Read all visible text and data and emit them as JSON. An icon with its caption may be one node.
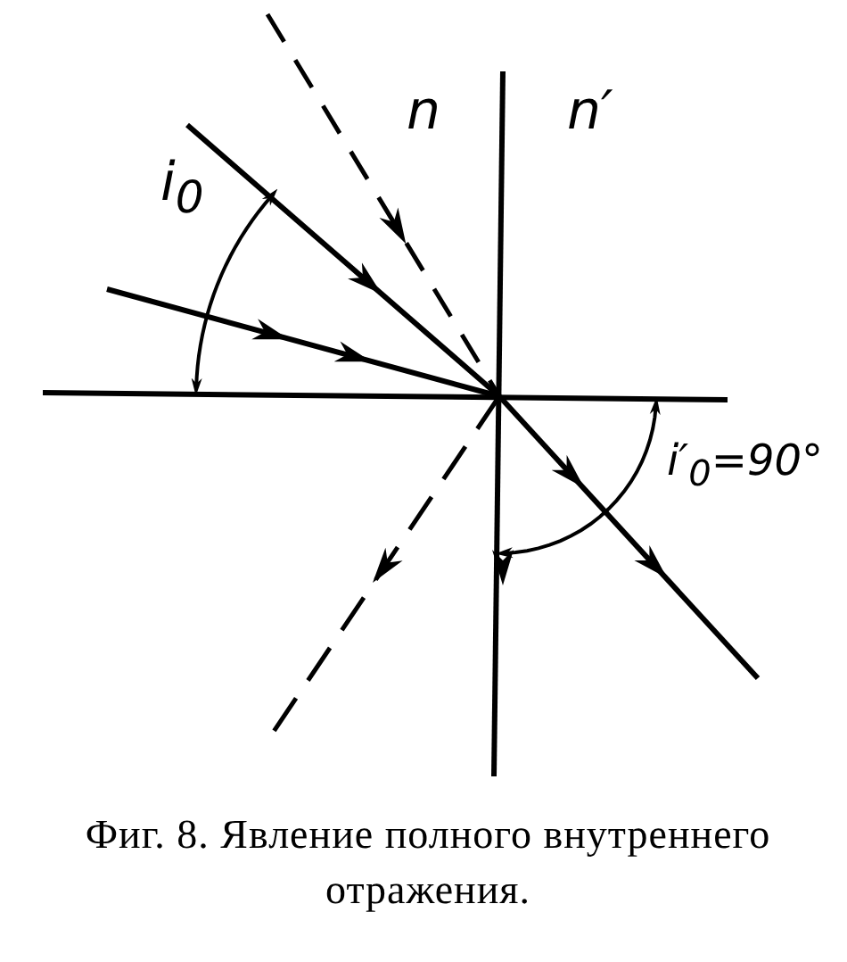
{
  "diagram": {
    "caption": "Фиг. 8. Явление полного внутреннего отражения.",
    "labels": [
      "n",
      "n′",
      "i$_{0}$",
      "i′$_{0}$=90°"
    ]
  }
}
